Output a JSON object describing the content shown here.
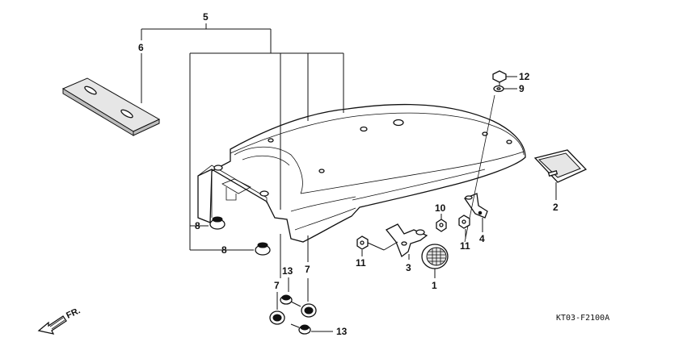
{
  "callouts": {
    "c1": "1",
    "c2": "2",
    "c3": "3",
    "c4": "4",
    "c5": "5",
    "c6": "6",
    "c7a": "7",
    "c7b": "7",
    "c7c": "7",
    "c8a": "8",
    "c8b": "8",
    "c9": "9",
    "c10": "10",
    "c11a": "11",
    "c11b": "11",
    "c12": "12",
    "c13a": "13",
    "c13b": "13"
  },
  "diagram_code": "KT03-F2100A",
  "direction_label": "FR."
}
